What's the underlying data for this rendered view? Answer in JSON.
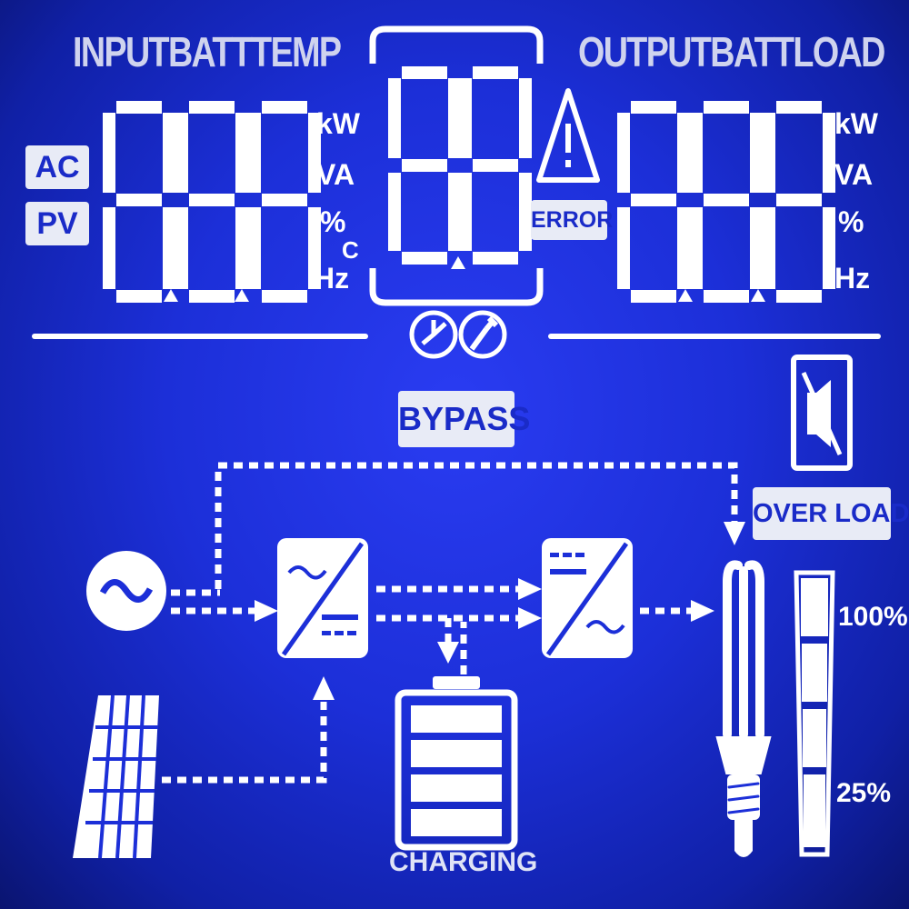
{
  "headers": {
    "input": "INPUTBATTTEMP",
    "output": "OUTPUTBATTLOAD"
  },
  "source_tags": {
    "ac": "AC",
    "pv": "PV"
  },
  "left_units": {
    "kw": "kW",
    "va": "VA",
    "pct": "%",
    "c": "C",
    "hz": "Hz"
  },
  "right_units": {
    "kw": "kW",
    "va": "VA",
    "pct": "%",
    "hz": "Hz"
  },
  "status": {
    "error": "ERROR",
    "bypass": "BYPASS",
    "overload": "OVER LOAD",
    "charging": "CHARGING"
  },
  "load_levels": {
    "high": "100%",
    "low": "25%"
  },
  "colors": {
    "background": "#1c2fd8",
    "segment": "#ffffff",
    "label": "#cfd3ee"
  }
}
